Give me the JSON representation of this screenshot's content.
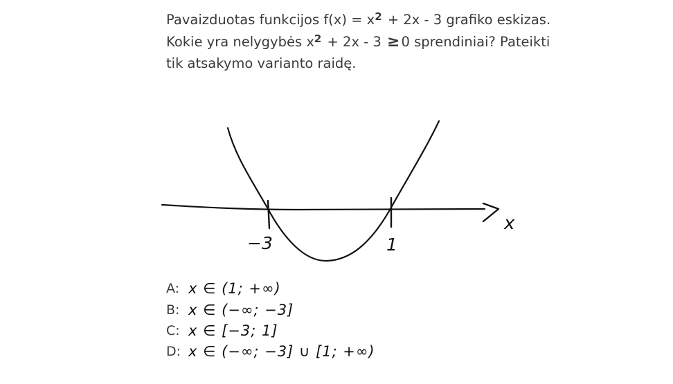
{
  "question": {
    "line1_a": "Pavaizduotas funkcijos f(x) = x",
    "line1_sup": "2",
    "line1_b": " + 2x - 3 grafiko eskizas.",
    "line2_a": "Kokie yra nelygybės x",
    "line2_sup": "2",
    "line2_b": " + 2x - 3 ",
    "line2_ge": "≥",
    "line2_c": "0 sprendiniai? Pateikti",
    "line3": "tik atsakymo varianto raidę."
  },
  "graph": {
    "x_axis_label": "x",
    "root_left_label": "−3",
    "root_right_label": "1"
  },
  "options": [
    {
      "letter": "A:",
      "text": "x ∈ (1; +∞)"
    },
    {
      "letter": "B:",
      "text": "x ∈ (−∞; −3]"
    },
    {
      "letter": "C:",
      "text": "x ∈ [−3; 1]"
    },
    {
      "letter": "D:",
      "text": "x ∈ (−∞; −3] ∪ [1; +∞)"
    }
  ],
  "colors": {
    "text": "#3a3a3a",
    "ink": "#111111",
    "background": "#ffffff"
  }
}
